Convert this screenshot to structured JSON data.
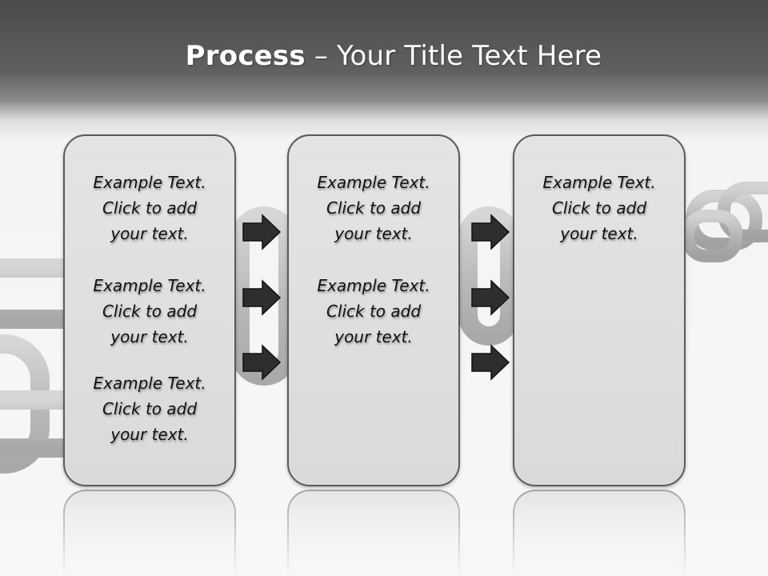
{
  "title": {
    "bold": "Process",
    "rest": "– Your Title Text Here"
  },
  "panels": [
    {
      "items": [
        {
          "line1": "Example Text.",
          "line2": "Click  to add",
          "line3": "your text."
        },
        {
          "line1": "Example Text.",
          "line2": "Click  to add",
          "line3": "your text."
        },
        {
          "line1": "Example Text.",
          "line2": "Click  to add",
          "line3": "your text."
        }
      ]
    },
    {
      "items": [
        {
          "line1": "Example Text.",
          "line2": "Click  to add",
          "line3": "your text."
        },
        {
          "line1": "Example Text.",
          "line2": "Click  to add",
          "line3": "your text."
        }
      ]
    },
    {
      "items": [
        {
          "line1": "Example Text.",
          "line2": "Click  to add",
          "line3": "your text."
        }
      ]
    }
  ],
  "colors": {
    "header": "#4a4a4a",
    "panel_border": "#5a5a5a",
    "arrow": "#2e2e2e"
  },
  "icons": {
    "connector": "right-arrow-icon",
    "background": "chain-links"
  }
}
